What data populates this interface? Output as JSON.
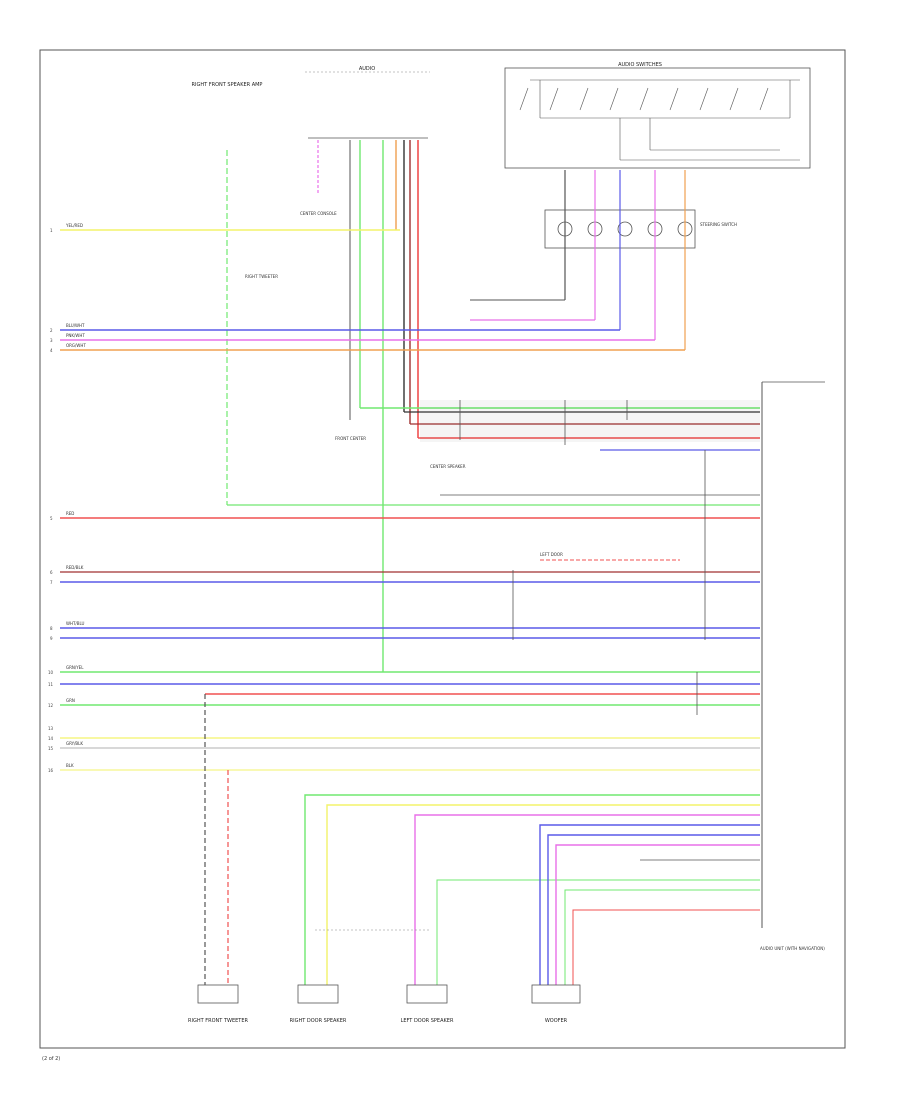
{
  "diagram": {
    "page_number": "(2 of 2)",
    "headings": {
      "audio": "AUDIO",
      "control_switches": "AUDIO SWITCHES"
    },
    "components": {
      "front_speaker_junction": "RIGHT FRONT SPEAKER AMP",
      "center_console": "CENTER CONSOLE",
      "tweeter_right": "RIGHT TWEETER",
      "steering_switch": "STEERING SWITCH",
      "right_side_junction": "CENTER SPEAKER",
      "left_side_junction": "LEFT DOOR",
      "audio_unit": "AUDIO UNIT (WITH NAVIGATION)",
      "front_center": "FRONT CENTER",
      "right_speaker_bottom": "RIGHT FRONT TWEETER",
      "right_door_speaker": "RIGHT DOOR SPEAKER",
      "left_door_speaker": "LEFT DOOR SPEAKER",
      "woofer": "WOOFER"
    },
    "left_pins": [
      "1",
      "2",
      "3",
      "4",
      "5",
      "6",
      "7",
      "8",
      "9",
      "10",
      "11",
      "12",
      "13",
      "14",
      "15",
      "16"
    ],
    "wire_colors": {
      "yellow": "#f3f36a",
      "blue": "#5a5ae8",
      "pink": "#e870e8",
      "orange": "#f0a050",
      "green": "#70e870",
      "red": "#f05050",
      "dark_red": "#a03030",
      "gray": "#c0c0c0",
      "black": "#333333",
      "brown": "#8a5a2a",
      "light_green": "#a8f0a8"
    },
    "wire_labels": {
      "yel_red": "YEL/RED",
      "blu_wht": "BLU/WHT",
      "pnk_wht": "PNK/WHT",
      "org_wht": "ORG/WHT",
      "grn": "GRN",
      "red": "RED",
      "blk": "BLK",
      "gry_blk": "GRY/BLK",
      "wht_blu": "WHT/BLU",
      "grn_yel": "GRN/YEL",
      "red_blk": "RED/BLK"
    },
    "bottom_components": [
      "RIGHT FRONT TWEETER",
      "RIGHT DOOR SPEAKER",
      "LEFT DOOR SPEAKER",
      "WOOFER"
    ],
    "right_unit_label": "AUDIO UNIT (WITH NAVIGATION)"
  }
}
